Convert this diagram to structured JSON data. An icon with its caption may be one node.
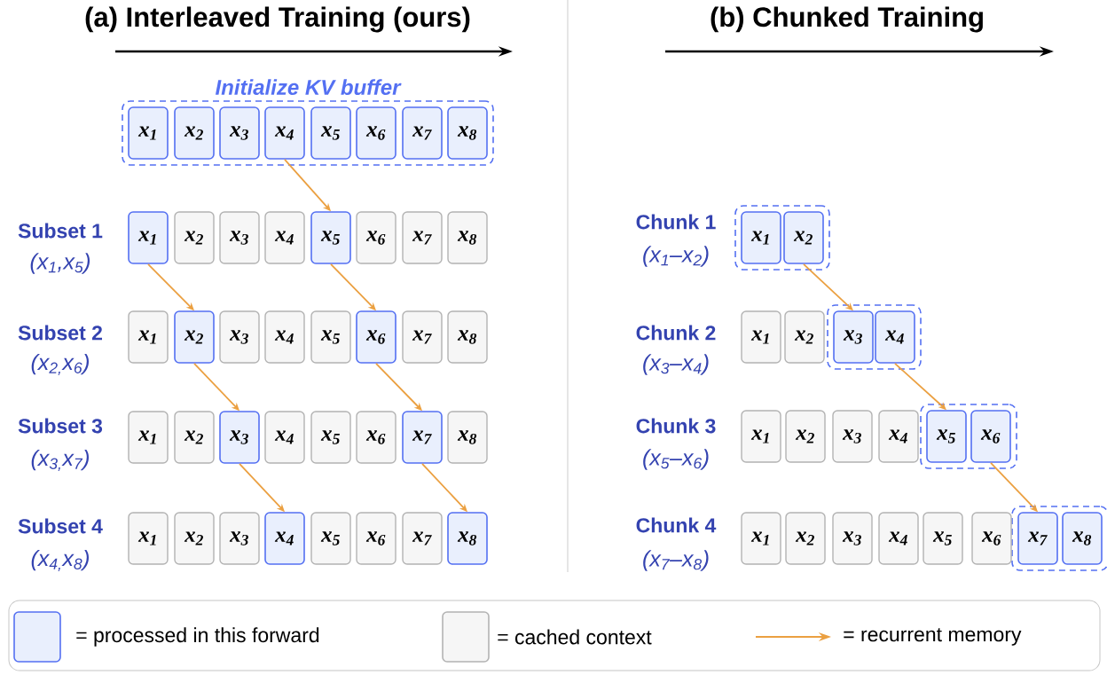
{
  "diagram": {
    "nodes": [
      {
        "text": [
          "Initialize KV buffer"
        ]
      },
      {
        "text": [
          "x$_{1}$"
        ],
        "in": 0
      },
      {
        "text": [
          "x$_{2}$"
        ],
        "in": 0
      },
      {
        "text": [
          "x$_{3}$"
        ],
        "in": 0
      },
      {
        "text": [
          "x$_{4}$"
        ],
        "in": 0
      },
      {
        "text": [
          "x$_{5}$"
        ],
        "in": 0
      },
      {
        "text": [
          "x$_{6}$"
        ],
        "in": 0
      },
      {
        "text": [
          "x$_{7}$"
        ],
        "in": 0
      },
      {
        "text": [
          "x$_{8}$"
        ],
        "in": 0
      },
      {
        "text": [
          "x$_{1}$"
        ]
      },
      {
        "text": [
          "x$_{2}$"
        ]
      },
      {
        "text": [
          "x$_{3}$"
        ]
      },
      {
        "text": [
          "x$_{4}$"
        ]
      },
      {
        "text": [
          "x$_{5}$"
        ]
      },
      {
        "text": [
          "x$_{6}$"
        ]
      },
      {
        "text": [
          "x$_{7}$"
        ]
      },
      {
        "text": [
          "x$_{8}$"
        ]
      },
      {
        "text": [
          "x$_{1}$"
        ]
      },
      {
        "text": [
          "x$_{2}$"
        ]
      },
      {
        "text": [
          "x$_{3}$"
        ]
      },
      {
        "text": [
          "x$_{4}$"
        ]
      },
      {
        "text": [
          "x$_{5}$"
        ]
      },
      {
        "text": [
          "x$_{6}$"
        ]
      },
      {
        "text": [
          "x$_{7}$"
        ]
      },
      {
        "text": [
          "x$_{8}$"
        ]
      },
      {
        "text": [
          "x$_{1}$"
        ]
      },
      {
        "text": [
          "x$_{2}$"
        ]
      },
      {
        "text": [
          "x$_{3}$"
        ]
      },
      {
        "text": [
          "x$_{4}$"
        ]
      },
      {
        "text": [
          "x$_{5}$"
        ]
      },
      {
        "text": [
          "x$_{6}$"
        ]
      },
      {
        "text": [
          "x$_{7}$"
        ]
      },
      {
        "text": [
          "x$_{8}$"
        ]
      },
      {
        "text": [
          "x$_{1}$"
        ]
      },
      {
        "text": [
          "x$_{2}$"
        ]
      },
      {
        "text": [
          "x$_{3}$"
        ]
      },
      {
        "text": [
          "x$_{4}$"
        ]
      },
      {
        "text": [
          "x$_{5}$"
        ]
      },
      {
        "text": [
          "x$_{6}$"
        ]
      },
      {
        "text": [
          "x$_{7}$"
        ]
      },
      {
        "text": [
          "x$_{8}$"
        ]
      },
      {
        "text": [],
        "shape": "box"
      },
      {
        "text": [
          "x$_{1}$"
        ],
        "in": 41
      },
      {
        "text": [
          "x$_{2}$"
        ],
        "in": 41
      },
      {
        "text": [
          "x$_{1}$"
        ]
      },
      {
        "text": [
          "x$_{2}$"
        ]
      },
      {
        "text": [],
        "shape": "box"
      },
      {
        "text": [
          "x$_{3}$"
        ],
        "in": 46
      },
      {
        "text": [
          "x$_{4}$"
        ],
        "in": 46
      },
      {
        "text": [
          "x$_{1}$"
        ]
      },
      {
        "text": [
          "x$_{2}$"
        ]
      },
      {
        "text": [
          "x$_{3}$"
        ]
      },
      {
        "text": [
          "x$_{4}$"
        ]
      },
      {
        "text": [],
        "shape": "box"
      },
      {
        "text": [
          "x$_{5}$"
        ],
        "in": 53
      },
      {
        "text": [
          "x$_{6}$"
        ],
        "in": 53
      },
      {
        "text": [
          "x$_{1}$"
        ]
      },
      {
        "text": [
          "x$_{2}$"
        ]
      },
      {
        "text": [
          "x$_{3}$"
        ]
      },
      {
        "text": [
          "x$_{4}$"
        ]
      },
      {
        "text": [
          "x$_{5}$"
        ]
      },
      {
        "text": [
          "x$_{6}$"
        ]
      },
      {
        "text": [],
        "shape": "box"
      },
      {
        "text": [
          "x$_{7}$"
        ],
        "in": 62
      },
      {
        "text": [
          "x$_{8}$"
        ],
        "in": 62
      }
    ],
    "edges": [
      {
        "from": 4,
        "to": 13,
        "arrow": "to"
      },
      {
        "from": 9,
        "to": 18,
        "arrow": "to"
      },
      {
        "from": 13,
        "to": 22,
        "arrow": "to"
      },
      {
        "from": 18,
        "to": 27,
        "arrow": "to"
      },
      {
        "from": 22,
        "to": 31,
        "arrow": "to"
      },
      {
        "from": 27,
        "to": 36,
        "arrow": "to"
      },
      {
        "from": 31,
        "to": 40,
        "arrow": "to"
      },
      {
        "from": 43,
        "to": 47,
        "arrow": "to"
      },
      {
        "from": 48,
        "to": 54,
        "arrow": "to"
      },
      {
        "from": 55,
        "to": 63,
        "arrow": "to"
      }
    ],
    "labels": [
      "(a) Interleaved Training (ours)",
      "(b) Chunked Training",
      "Subset 1",
      "(x$_{1}$,x$_{5}$)",
      "Subset 2",
      "(x$_{2,}$x$_{6}$)",
      "Subset 3",
      "(x$_{3,}$x$_{7}$)",
      "Subset 4",
      "(x$_{4,}$x$_{8}$)",
      "Chunk 1",
      "(x$_{1}$–x$_{2}$)",
      "Chunk 2",
      "(x$_{3}$–x$_{4}$)",
      "Chunk 3",
      "(x$_{5}$–x$_{6}$)",
      "Chunk 4",
      "(x$_{7}$–x$_{8}$)"
    ],
    "legend": [
      {
        "text": "=  processed in this forward",
        "color": "#e9effd"
      },
      {
        "text": "=  cached context",
        "color": "#f6f6f6"
      },
      {
        "text": "=  recurrent memory"
      }
    ]
  }
}
